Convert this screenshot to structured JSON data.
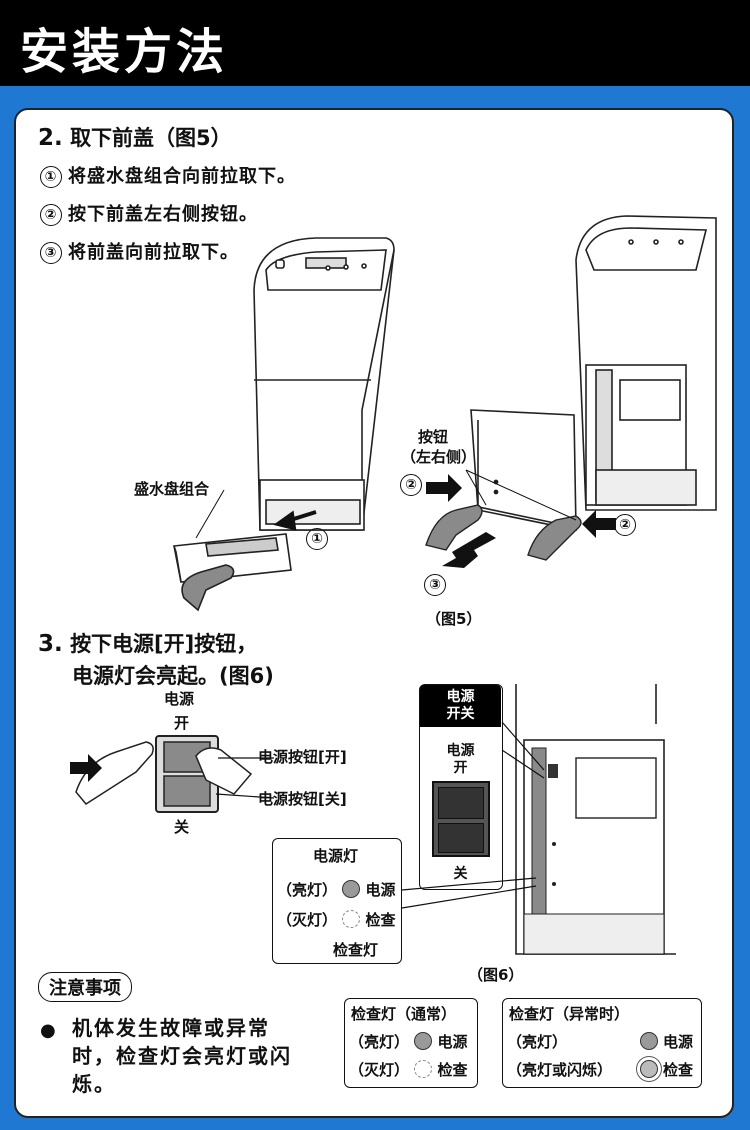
{
  "header": {
    "title": "安装方法"
  },
  "step2": {
    "number": "2.",
    "title": "取下前盖（图5）",
    "items": [
      {
        "num": "①",
        "text": "将盛水盘组合向前拉取下。"
      },
      {
        "num": "②",
        "text": "按下前盖左右侧按钮。"
      },
      {
        "num": "③",
        "text": "将前盖向前拉取下。"
      }
    ],
    "labels": {
      "tray": "盛水盘组合",
      "button": "按钮",
      "button_sides": "（左右侧）",
      "c1": "①",
      "c2a": "②",
      "c2b": "②",
      "c3": "③"
    },
    "figure": "（图5）"
  },
  "step3": {
    "number": "3.",
    "title_line1": "按下电源[开]按钮，",
    "title_line2": "电源灯会亮起。(图6)",
    "switch": {
      "top_label": "电源",
      "on": "开",
      "off": "关",
      "btn_on_label": "电源按钮[开]",
      "btn_off_label": "电源按钮[关]"
    },
    "power_box": {
      "header": "电源\n开关",
      "label": "电源\n开",
      "off": "关"
    },
    "lamp_box": {
      "title": "电源灯",
      "row1_state": "（亮灯）",
      "row1_name": "电源",
      "row2_state": "（灭灯）",
      "row2_name": "检查",
      "bottom": "检查灯"
    },
    "figure": "（图6）"
  },
  "notice": {
    "title": "注意事项",
    "text": "机体发生故障或异常时，检查灯会亮灯或闪烁。",
    "normal_box": {
      "title": "检查灯（通常）",
      "row1_state": "（亮灯）",
      "row1_name": "电源",
      "row2_state": "（灭灯）",
      "row2_name": "检查"
    },
    "abnormal_box": {
      "title": "检查灯（异常时）",
      "row1_state": "（亮灯）",
      "row1_name": "电源",
      "row2_state": "（亮灯或闪烁）",
      "row2_name": "检查"
    }
  },
  "colors": {
    "background": "#1f78d2",
    "header": "#000000",
    "lamp_on": "#9a9a9a"
  }
}
